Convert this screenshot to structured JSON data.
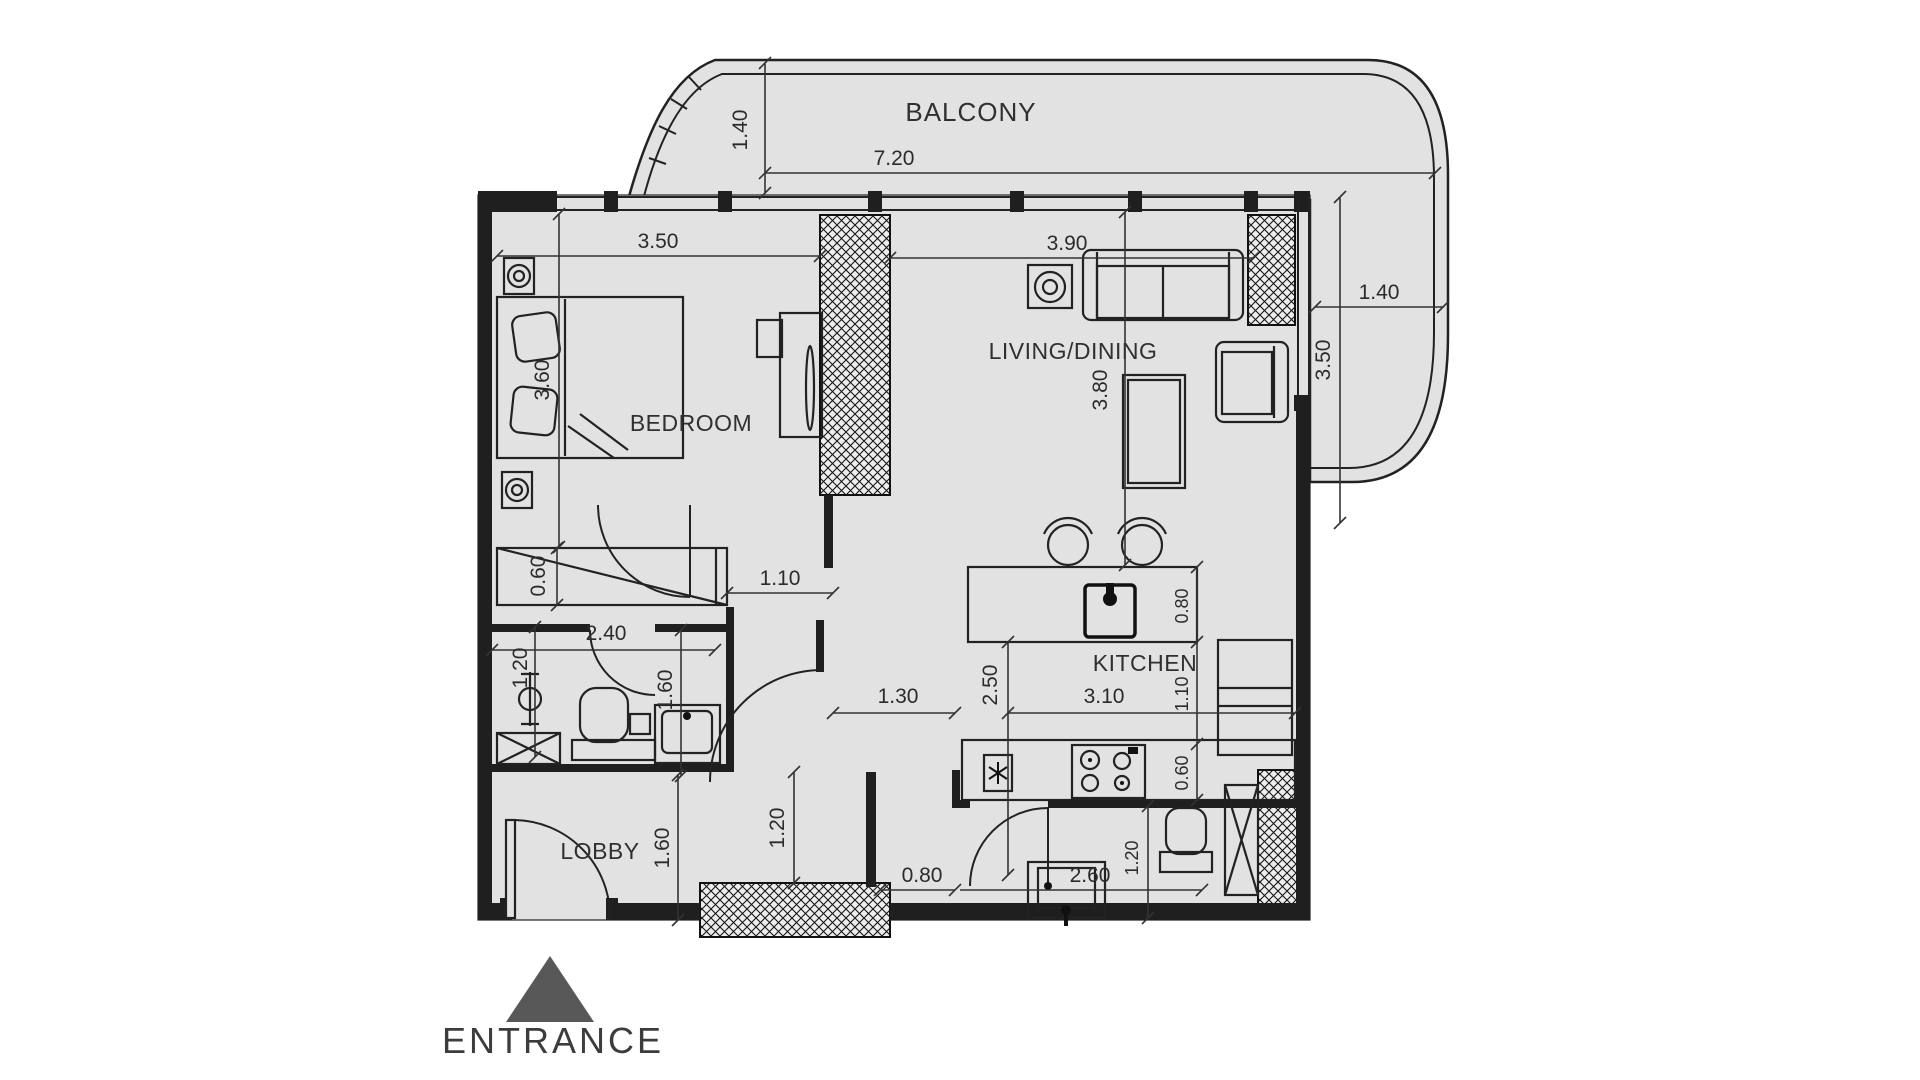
{
  "rooms": {
    "balcony": "BALCONY",
    "living_dining": "LIVING/DINING",
    "bedroom": "BEDROOM",
    "kitchen": "KITCHEN",
    "lobby": "LOBBY",
    "entrance": "ENTRANCE"
  },
  "dims": {
    "balcony_depth": "1.40",
    "balcony_width": "7.20",
    "balcony_right_width": "1.40",
    "balcony_right_height": "3.50",
    "bedroom_width": "3.50",
    "bedroom_depth": "3.60",
    "living_width": "3.90",
    "living_depth": "3.80",
    "wardrobe_depth": "0.60",
    "passage_width": "1.10",
    "bath_width": "2.40",
    "bath_shaft": "1.20",
    "bath_door": "1.60",
    "lobby_depth": "1.60",
    "hall_depth": "1.20",
    "hall_width": "1.30",
    "kitchen_depth": "2.50",
    "kitchen_width": "3.10",
    "island_depth": "0.80",
    "kitchen_walkway": "1.10",
    "counter_depth": "0.60",
    "bath2_door": "0.80",
    "bath2_width": "2.60",
    "bath2_depth": "1.20"
  },
  "colors": {
    "floor_fill": "#e2e2e2",
    "wall": "#1f1f1f",
    "line": "#222222",
    "text": "#2b2b2b",
    "entrance_triangle": "#585858",
    "background": "#ffffff"
  }
}
